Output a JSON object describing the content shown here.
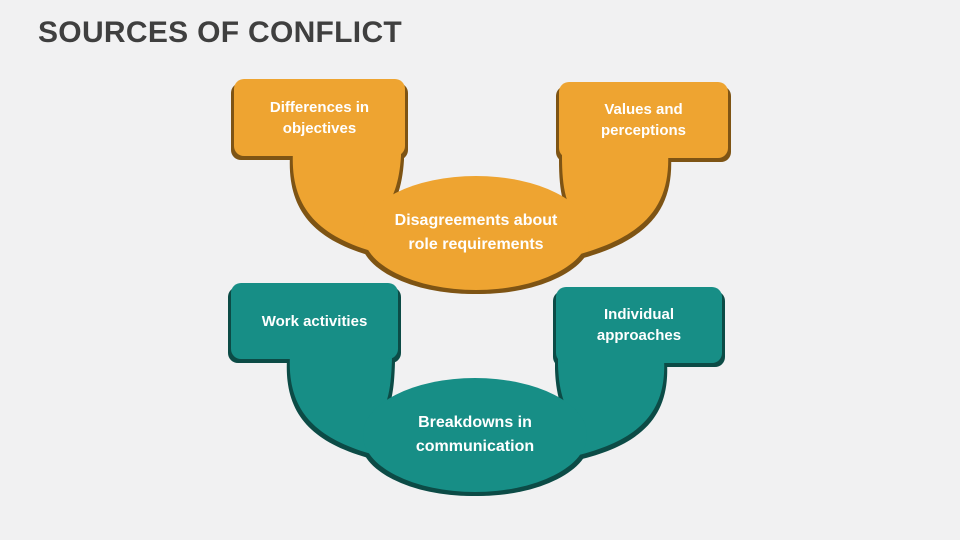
{
  "slide": {
    "title": "SOURCES OF CONFLICT",
    "colors": {
      "background": "#F1F1F2",
      "title": "#3F3F3F"
    }
  },
  "diagram": {
    "orange_group": {
      "fill": "#EEA431",
      "shadow": "#7E5414",
      "text_color": "#FFFFFF",
      "left_box_label": "Differences in\nobjectives",
      "right_box_label": "Values and\nperceptions",
      "center_label": "Disagreements about\nrole requirements"
    },
    "teal_group": {
      "fill": "#178E86",
      "shadow": "#0C4B46",
      "text_color": "#FFFFFF",
      "left_box_label": "Work activities",
      "right_box_label": "Individual\napproaches",
      "center_label": "Breakdowns in\ncommunication"
    }
  }
}
